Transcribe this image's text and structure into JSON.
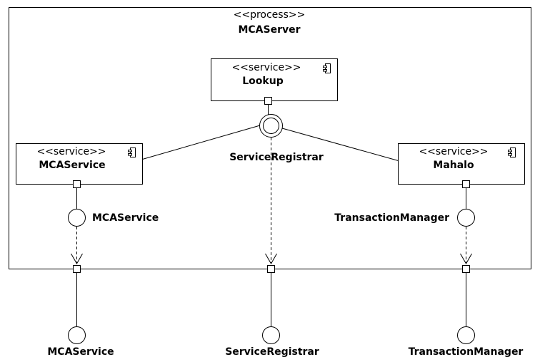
{
  "process": {
    "stereotype": "<<process>>",
    "name": "MCAServer"
  },
  "components": {
    "lookup": {
      "stereotype": "<<service>>",
      "name": "Lookup",
      "icon": "component-icon"
    },
    "mcaservice": {
      "stereotype": "<<service>>",
      "name": "MCAService",
      "icon": "component-icon"
    },
    "mahalo": {
      "stereotype": "<<service>>",
      "name": "Mahalo",
      "icon": "component-icon"
    }
  },
  "interfaces": {
    "service_registrar": "ServiceRegistrar",
    "mca_service_inner": "MCAService",
    "transaction_manager_inner": "TransactionManager",
    "mca_service_outer": "MCAService",
    "service_registrar_outer": "ServiceRegistrar",
    "transaction_manager_outer": "TransactionManager"
  },
  "colors": {
    "stroke": "#000000",
    "fill": "#ffffff"
  }
}
